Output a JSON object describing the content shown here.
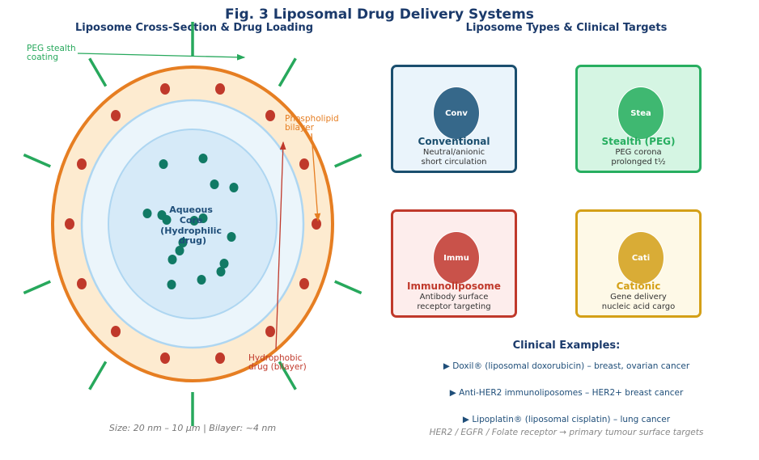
{
  "figure": {
    "title": "Fig. 3  Liposomal Drug Delivery Systems"
  },
  "left_panel": {
    "title": "Liposome Cross-Section & Drug Loading",
    "labels": {
      "peg": [
        "PEG stealth",
        "coating"
      ],
      "bilayer": [
        "Phospholipid",
        "bilayer"
      ],
      "core": [
        "Aqueous",
        "Core",
        "(Hydrophilic",
        "drug)"
      ],
      "hydrophobic": [
        "Hydrophobic",
        "drug (bilayer)"
      ]
    },
    "caption": "Size: 20 nm – 10 µm  |  Bilayer: ~4 nm",
    "colors": {
      "peg": "#27a85c",
      "bilayer_outline": "#e67e22",
      "bilayer_fill": "#fdebd0",
      "inner_leaflet": "#aed6f1",
      "inner_fill": "#ebf5fb",
      "core_fill": "#d6eaf8",
      "hydrophobic_drug": "#c0392b",
      "hydrophilic_drug": "#117a65",
      "core_text": "#1f4e79"
    }
  },
  "right_panel": {
    "title": "Liposome Types & Clinical Targets",
    "types": [
      {
        "abbr": "Conv",
        "name": "Conventional",
        "desc1": "Neutral/anionic",
        "desc2": "short circulation",
        "border": "#1a4e6e",
        "fill": "#eaf4fb",
        "circle": "#36688a",
        "name_color": "#1a4e6e"
      },
      {
        "abbr": "Stea",
        "name": "Stealth (PEG)",
        "desc1": "PEG corona",
        "desc2": "prolonged t½",
        "border": "#27ae60",
        "fill": "#d5f5e3",
        "circle": "#3fb871",
        "name_color": "#27ae60"
      },
      {
        "abbr": "Immu",
        "name": "Immunoliposome",
        "desc1": "Antibody surface",
        "desc2": "receptor targeting",
        "border": "#c0392b",
        "fill": "#fdedec",
        "circle": "#c9524a",
        "name_color": "#c0392b"
      },
      {
        "abbr": "Cati",
        "name": "Cationic",
        "desc1": "Gene delivery",
        "desc2": "nucleic acid cargo",
        "border": "#d4a017",
        "fill": "#fef9e7",
        "circle": "#d9ac36",
        "name_color": "#d4a017"
      }
    ],
    "clinical": {
      "heading": "Clinical Examples:",
      "items": [
        "▶  Doxil® (liposomal doxorubicin) – breast, ovarian cancer",
        "▶  Anti-HER2 immunoliposomes – HER2+ breast cancer",
        "▶  Lipoplatin® (liposomal cisplatin) – lung cancer"
      ],
      "footnote": "HER2 / EGFR / Folate receptor → primary tumour surface targets"
    }
  }
}
